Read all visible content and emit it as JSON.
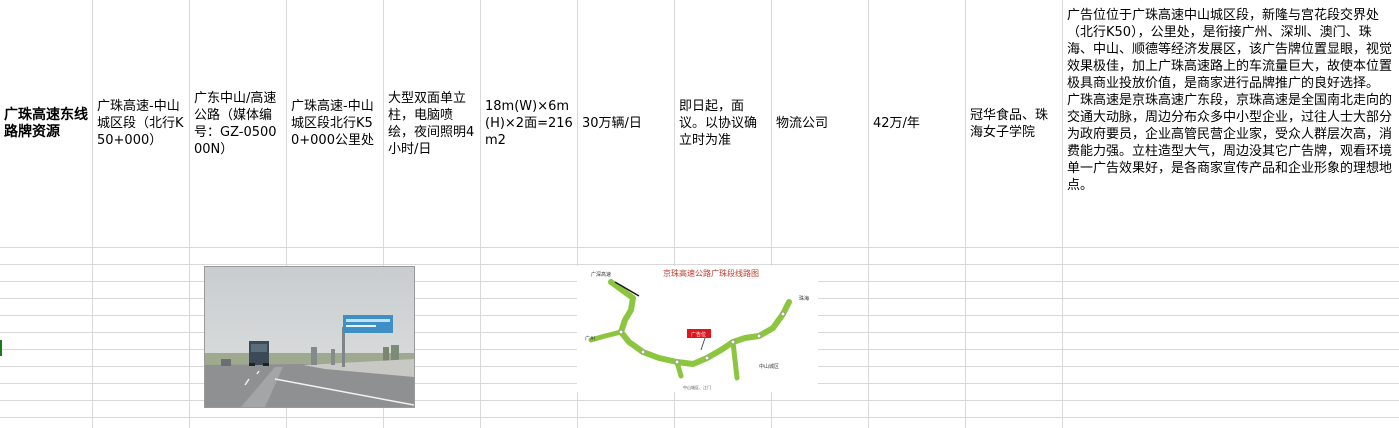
{
  "row": {
    "title": "广珠高速东线路牌资源",
    "section": "广珠高速-中山城区段（北行K50+000）",
    "media_code": "广东中山/高速公路（媒体编号：GZ-050000N）",
    "location": "广珠高速-中山城区段北行K50+000公里处",
    "spec_type": "大型双面单立柱，电脑喷绘，夜间照明4小时/日",
    "size": "18m(W)×6m(H)×2面=216m2",
    "traffic": "30万辆/日",
    "period": "即日起，面议。以协议确立时为准",
    "client": "物流公司",
    "price": "42万/年",
    "advertisers": "冠华食品、珠海女子学院",
    "description_p1": "广告位位于广珠高速中山城区段，新隆与宫花段交界处（北行K50），公里处，是衔接广州、深圳、澳门、珠海、中山、顺德等经济发展区，该广告牌位置显眼，视觉效果极佳，加上广珠高速路上的车流量巨大，故使本位置极具商业投放价值，是商家进行品牌推广的良好选择。",
    "description_p2": "广珠高速是京珠高速广东段，京珠高速是全国南北走向的交通大动脉，周边分布众多中小型企业，过往人士大部分为政府要员，企业高管民营企业家，受众人群层次高，消费能力强。立柱造型大气，周边没其它广告牌，观看环境单一广告效果好，是各商家宣传产品和企业形象的理想地点。"
  },
  "map": {
    "title": "京珠高速公路广珠段线路图",
    "marker": "广告位",
    "labels": {
      "top_left": "广深高速",
      "guangzhou": "广州",
      "zhuhai": "珠海",
      "zhongshan_district": "中山城区",
      "bottom": "中山城区、江门"
    }
  },
  "colors": {
    "grid": "#d9d9d9",
    "route": "#8cc63f",
    "map_title": "#c0392b",
    "marker": "#e0141e"
  }
}
